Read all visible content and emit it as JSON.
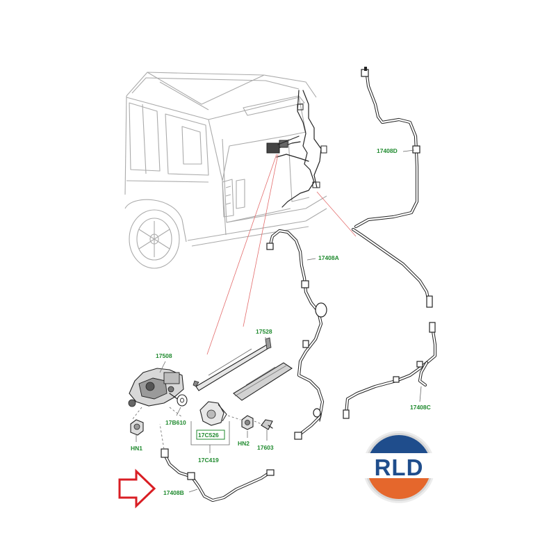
{
  "labels": {
    "l17508": "17508",
    "l17528": "17528",
    "l17408A": "17408A",
    "l17408B": "17408B",
    "l17408C": "17408C",
    "l17408D": "17408D",
    "l17B610": "17B610",
    "l17C526": "17C526",
    "l17C419": "17C419",
    "lHN1": "HN1",
    "lHN2": "HN2",
    "l17603": "17603"
  },
  "logo": {
    "text": "RLD",
    "colors": {
      "top": "#1f4d8c",
      "bottom": "#e5672c",
      "ring": "#e9e9e9"
    }
  },
  "colors": {
    "label": "#1f8a2e",
    "arrow": "#d91e24",
    "leader": "#e36b6b"
  }
}
